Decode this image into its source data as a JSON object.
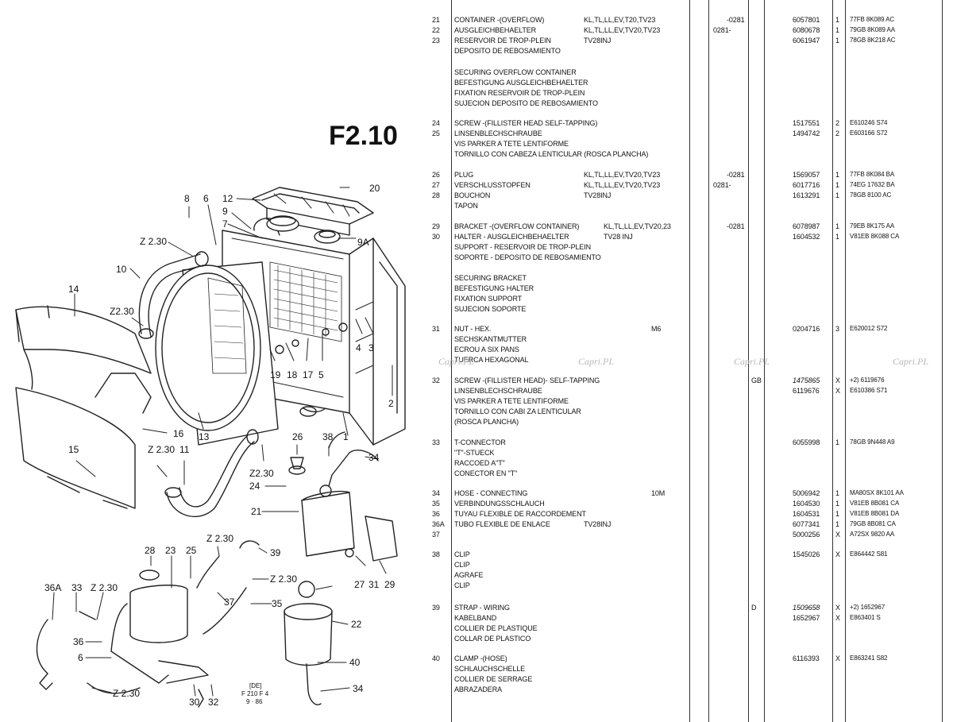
{
  "sheet": {
    "title": "F2.10",
    "drawing_code_line1": "[DE]",
    "drawing_code_line2": "F 210 F 4",
    "drawing_code_line3": "9 · 86"
  },
  "watermark": "Capri.PL",
  "callouts": {
    "c1": "1",
    "c2": "2",
    "c3": "3",
    "c4": "4",
    "c5": "5",
    "c6": "6",
    "c6b": "6",
    "c7": "7",
    "c8": "8",
    "c9": "9",
    "c9a": "9A",
    "c10": "10",
    "c11": "11",
    "c12": "12",
    "c13": "13",
    "c14": "14",
    "c15": "15",
    "c16": "16",
    "c17": "17",
    "c18": "18",
    "c19": "19",
    "c20": "20",
    "c21": "21",
    "c22": "22",
    "c23": "23",
    "c24": "24",
    "c25": "25",
    "c26": "26",
    "c27": "27",
    "c28": "28",
    "c29": "29",
    "c30": "30",
    "c31": "31",
    "c32": "32",
    "c33": "33",
    "c34": "34",
    "c34b": "34",
    "c35": "35",
    "c36": "36",
    "c36a": "36A",
    "c37": "37",
    "c38": "38",
    "c39": "39",
    "c40": "40",
    "z1": "Z 2.30",
    "z2": "Z2.30",
    "z3": "Z 2.30",
    "z4": "Z2.30",
    "z5": "Z 2.30",
    "z6": "Z 2.30",
    "z7": "Z 2.30",
    "z8": "Z 2.30"
  },
  "parts": [
    {
      "ref": "21",
      "desc": "CONTAINER -(OVERFLOW)",
      "models": "KL,TL,LL,EV,T20,TV23",
      "date1": "-0281",
      "part": "6057801",
      "qty": "1",
      "ref2": "77FB 8K089 AC"
    },
    {
      "ref": "22",
      "desc": "AUSGLEICHBEHAELTER",
      "models": "KL,TL,LL,EV,TV20,TV23",
      "date2": "0281-",
      "part": "6080678",
      "qty": "1",
      "ref2": "79GB 8K089 AA"
    },
    {
      "ref": "23",
      "desc": "RESERVOIR DE TROP-PLEIN",
      "models": "TV28INJ",
      "part": "6061947",
      "qty": "1",
      "ref2": "78GB 8K218 AC"
    },
    {
      "desc": "DEPOSITO DE REBOSAMIENTO"
    },
    {
      "desc": "SECURING OVERFLOW CONTAINER"
    },
    {
      "desc": "BEFESTIGUNG AUSGLEICHBEHAELTER"
    },
    {
      "desc": "FIXATION RESERVOIR DE TROP-PLEIN"
    },
    {
      "desc": "SUJECION DEPOSITO DE REBOSAMIENTO"
    },
    {
      "ref": "24",
      "desc": "     SCREW -(FILLISTER HEAD SELF-TAPPING)",
      "part": "1517551",
      "qty": "2",
      "ref2": "E610246 S74"
    },
    {
      "ref": "25",
      "desc": "     LINSENBLECHSCHRAUBE",
      "part": "1494742",
      "qty": "2",
      "ref2": "E603166 S72"
    },
    {
      "desc": "     VIS PARKER A TETE LENTIFORME"
    },
    {
      "desc": "     TORNILLO CON CABEZA LENTICULAR (ROSCA PLANCHA)"
    },
    {
      "ref": "26",
      "desc": "PLUG",
      "models": "KL,TL,LL,EV,TV20,TV23",
      "date1": "-0281",
      "part": "1569057",
      "qty": "1",
      "ref2": "77FB 8K084 BA"
    },
    {
      "ref": "27",
      "desc": "VERSCHLUSSTOPFEN",
      "models": "KL,TL,LL,EV,TV20,TV23",
      "date2": "0281-",
      "part": "6017716",
      "qty": "1",
      "ref2": "74EG 17632 BA"
    },
    {
      "ref": "28",
      "desc": "BOUCHON",
      "models": "TV28INJ",
      "part": "1613291",
      "qty": "1",
      "ref2": "78GB 8100 AC"
    },
    {
      "desc": "TAPON"
    },
    {
      "ref": "29",
      "desc": "BRACKET -(OVERFLOW CONTAINER)",
      "series": "KL,TL,LL,EV,TV20,23",
      "date1": "-0281",
      "part": "6078987",
      "qty": "1",
      "ref2": "79EB 8K175 AA"
    },
    {
      "ref": "30",
      "desc": "HALTER - AUSGLEICHBEHAELTER",
      "series": "TV28 INJ",
      "part": "1604532",
      "qty": "1",
      "ref2": "V81EB 8K088 CA"
    },
    {
      "desc": "SUPPORT - RESERVOIR DE TROP-PLEIN"
    },
    {
      "desc": "SOPORTE - DEPOSITO DE REBOSAMIENTO"
    },
    {
      "desc": "SECURING BRACKET"
    },
    {
      "desc": "BEFESTIGUNG HALTER"
    },
    {
      "desc": "FIXATION SUPPORT"
    },
    {
      "desc": "SUJECION SOPORTE"
    },
    {
      "ref": "31",
      "desc": "     NUT - HEX.",
      "size": "M6",
      "part": "0204716",
      "qty": "3",
      "ref2": "E620012 S72"
    },
    {
      "desc": "     SECHSKANTMUTTER"
    },
    {
      "desc": "     ECROU A SIX PANS"
    },
    {
      "desc": "     TUERCA HEXAGONAL"
    },
    {
      "ref": "32",
      "desc": "     SCREW -(FILLISTER HEAD)- SELF-TAPPING",
      "mark": "GB",
      "part": "1475865",
      "part_italic": true,
      "qty": "X",
      "ref2": "+2) 6119676"
    },
    {
      "desc": "     LINSENBLECHSCHRAUBE",
      "part": "6119676",
      "qty": "X",
      "ref2": "E610386 S71"
    },
    {
      "desc": "     VIS PARKER A TETE LENTIFORME"
    },
    {
      "desc": "     TORNILLO CON CABI ZA LENTICULAR"
    },
    {
      "desc": "     (ROSCA PLANCHA)"
    },
    {
      "ref": "33",
      "desc": "T-CONNECTOR",
      "part": "6055998",
      "qty": "1",
      "ref2": "78GB 9N448 A9"
    },
    {
      "desc": "\"T\"-STUECK"
    },
    {
      "desc": "RACCOED A\"T\""
    },
    {
      "desc": "CONECTOR EN \"T\""
    },
    {
      "ref": "34",
      "desc": "HOSE - CONNECTING",
      "size": "10M",
      "part": "5006942",
      "qty": "1",
      "ref2": "MA80SX 8K101 AA"
    },
    {
      "ref": "35",
      "desc": "VERBINDUNGSSCHLAUCH",
      "part": "1604530",
      "qty": "1",
      "ref2": "V81EB 8B081 CA"
    },
    {
      "ref": "36",
      "desc": "TUYAU FLEXIBLE DE RACCORDEMENT",
      "part": "1604531",
      "qty": "1",
      "ref2": "V81EB 8B081 DA"
    },
    {
      "ref": "36A",
      "desc": "TUBO FLEXIBLE DE ENLACE",
      "models": "TV28INJ",
      "part": "6077341",
      "qty": "1",
      "ref2": "79GB 8B081 CA"
    },
    {
      "ref": "37",
      "part": "5000256",
      "qty": "X",
      "ref2": "A72SX 9820 AA"
    },
    {
      "ref": "38",
      "desc": "CLIP",
      "part": "1545026",
      "qty": "X",
      "ref2": "E864442 S81"
    },
    {
      "desc": "CLIP"
    },
    {
      "desc": "AGRAFE"
    },
    {
      "desc": "CLIP"
    },
    {
      "ref": "39",
      "desc": "STRAP - WIRING",
      "mark": "D",
      "part": "1509658",
      "part_italic": true,
      "qty": "X",
      "ref2": "+2) 1652967"
    },
    {
      "desc": "KABELBAND",
      "part": "1652967",
      "qty": "X",
      "ref2": "E863401 S"
    },
    {
      "desc": "COLLIER DE PLASTIQUE"
    },
    {
      "desc": "COLLAR DE PLASTICO"
    },
    {
      "ref": "40",
      "desc": "CLAMP -(HOSE)",
      "part": "6116393",
      "qty": "X",
      "ref2": "E863241 S82"
    },
    {
      "desc": "SCHLAUCHSCHELLE"
    },
    {
      "desc": "COLLIER DE SERRAGE"
    },
    {
      "desc": "ABRAZADERA"
    }
  ]
}
